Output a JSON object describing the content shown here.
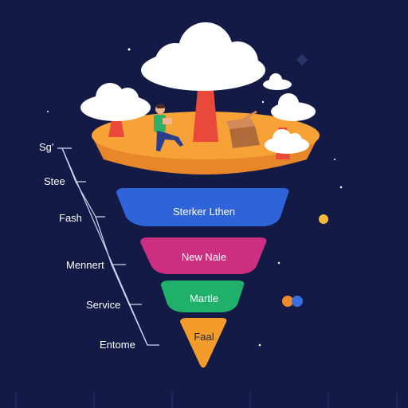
{
  "side_labels": [
    "Sg'",
    "Stee",
    "Fash",
    "Mennert",
    "Service",
    "Entome"
  ],
  "tiers": [
    "Sterker Lthen",
    "New Nale",
    "Martle",
    "Faal"
  ],
  "colors": {
    "background": "#131a45",
    "top_tier": "#f7a236",
    "tier_blue": "#2f63d8",
    "tier_magenta": "#cc2f80",
    "tier_green": "#1fb06a",
    "tier_orange": "#f39b2b",
    "tree": "#e8493a",
    "cloud": "#ffffff"
  }
}
